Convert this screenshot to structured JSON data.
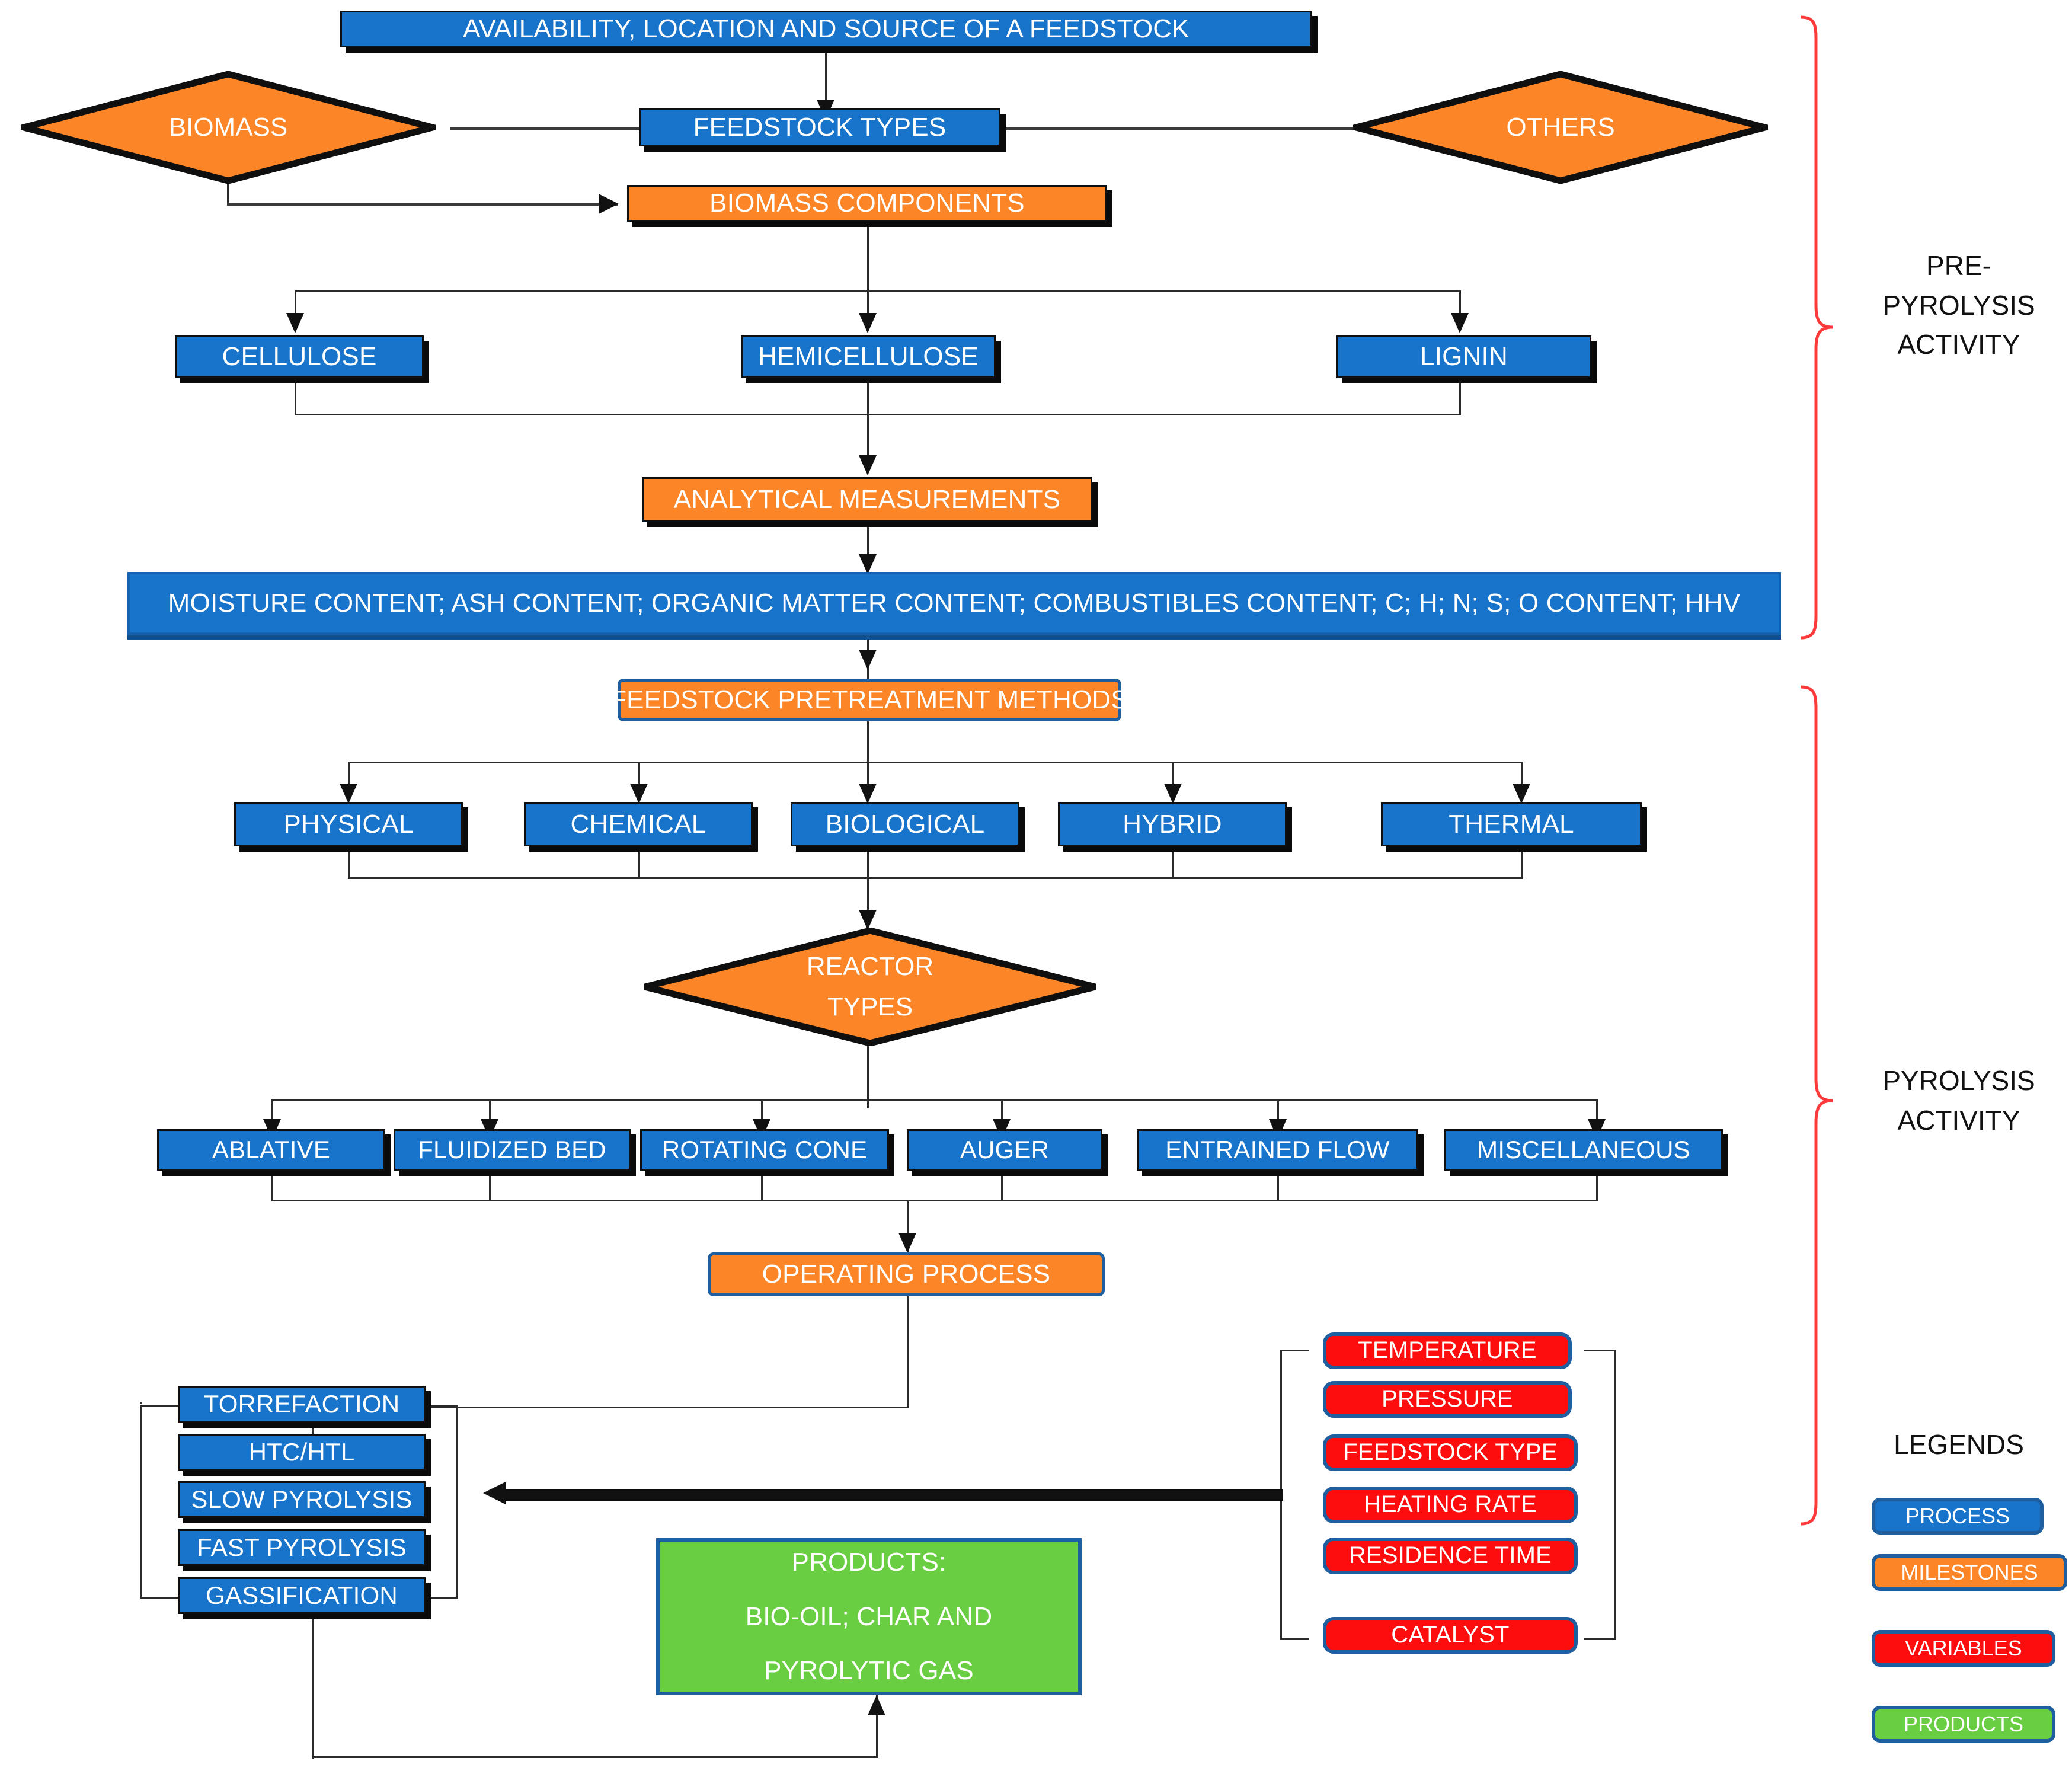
{
  "diagram": {
    "title_node": "AVAILABILITY, LOCATION AND SOURCE OF A FEEDSTOCK",
    "feedstock_types": "FEEDSTOCK TYPES",
    "biomass": "BIOMASS",
    "others": "OTHERS",
    "biomass_components": "BIOMASS COMPONENTS",
    "components": [
      {
        "label": "CELLULOSE"
      },
      {
        "label": "HEMICELLULOSE"
      },
      {
        "label": "LIGNIN"
      }
    ],
    "analytical_measurements": "ANALYTICAL MEASUREMENTS",
    "analytical_list": "MOISTURE CONTENT; ASH CONTENT; ORGANIC MATTER CONTENT; COMBUSTIBLES CONTENT; C; H; N; S; O CONTENT; HHV",
    "pretreatment_methods": "FEEDSTOCK PRETREATMENT METHODS",
    "pretreatments": [
      {
        "label": "PHYSICAL"
      },
      {
        "label": "CHEMICAL"
      },
      {
        "label": "BIOLOGICAL"
      },
      {
        "label": "HYBRID"
      },
      {
        "label": "THERMAL"
      }
    ],
    "reactor_types_line1": "REACTOR",
    "reactor_types_line2": "TYPES",
    "reactors": [
      {
        "label": "ABLATIVE"
      },
      {
        "label": "FLUIDIZED BED"
      },
      {
        "label": "ROTATING CONE"
      },
      {
        "label": "AUGER"
      },
      {
        "label": "ENTRAINED FLOW"
      },
      {
        "label": "MISCELLANEOUS"
      }
    ],
    "operating_process": "OPERATING PROCESS",
    "processes": [
      {
        "label": "TORREFACTION"
      },
      {
        "label": "HTC/HTL"
      },
      {
        "label": "SLOW PYROLYSIS"
      },
      {
        "label": "FAST PYROLYSIS"
      },
      {
        "label": "GASSIFICATION"
      }
    ],
    "variables": [
      {
        "label": "TEMPERATURE"
      },
      {
        "label": "PRESSURE"
      },
      {
        "label": "FEEDSTOCK TYPE"
      },
      {
        "label": "HEATING RATE"
      },
      {
        "label": "RESIDENCE TIME"
      },
      {
        "label": "CATALYST"
      }
    ],
    "products_line1": "PRODUCTS:",
    "products_line2": "BIO-OIL; CHAR AND",
    "products_line3": "PYROLYTIC GAS"
  },
  "sections": {
    "pre_pyrolysis": "PRE-\nPYROLYSIS\nACTIVITY",
    "pyrolysis": "PYROLYSIS\nACTIVITY"
  },
  "legend": {
    "title": "LEGENDS",
    "items": [
      {
        "label": "PROCESS",
        "color": "#1874CB"
      },
      {
        "label": "MILESTONES",
        "color": "#FC8527"
      },
      {
        "label": "VARIABLES",
        "color": "#FD0D0D"
      },
      {
        "label": "PRODUCTS",
        "color": "#6ACE42"
      }
    ]
  },
  "colors": {
    "process_blue": "#1874CB",
    "milestone_orange": "#FC8527",
    "variable_red": "#FD0D0D",
    "product_green": "#6ACE42",
    "border_blue": "#1F5FA0",
    "brace_red": "#FB3B3B",
    "outline_black": "#0F0F0F"
  }
}
